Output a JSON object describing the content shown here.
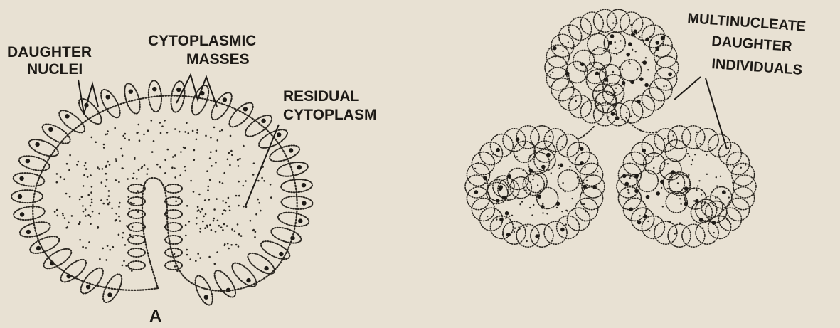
{
  "panel_a": {
    "labels": {
      "daughter_nuclei_1": "DAUGHTER",
      "daughter_nuclei_2": "NUCLEI",
      "cytoplasmic_masses_1": "CYTOPLASMIC",
      "cytoplasmic_masses_2": "MASSES",
      "residual_cytoplasm_1": "RESIDUAL",
      "residual_cytoplasm_2": "CYTOPLASM"
    },
    "panel_letter": "A"
  },
  "panel_b": {
    "labels": {
      "multinucleate_1": "MULTINUCLEATE",
      "multinucleate_2": "DAUGHTER",
      "multinucleate_3": "INDIVIDUALS"
    }
  }
}
